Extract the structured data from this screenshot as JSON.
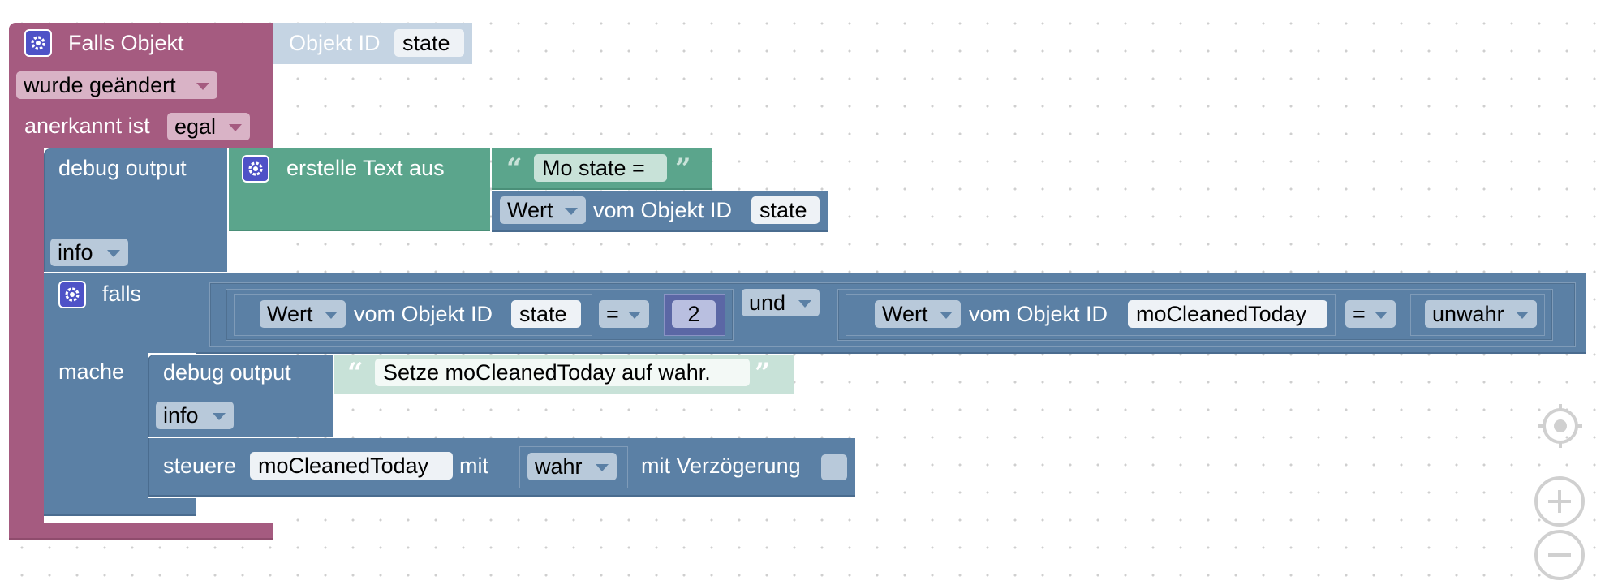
{
  "trigger": {
    "header": "Falls Objekt",
    "object_id_label": "Objekt ID",
    "object_id_value": "state",
    "changed_dropdown": "wurde geändert",
    "ack_label": "anerkannt ist",
    "ack_dropdown": "egal"
  },
  "debug1": {
    "label": "debug output",
    "level": "info",
    "text_join_label": "erstelle Text aus",
    "string_value": "Mo state =",
    "get_value_dropdown": "Wert",
    "get_value_label": "vom Objekt ID",
    "get_value_object": "state"
  },
  "if_block": {
    "label": "falls",
    "do_label": "mache",
    "cond1_dropdown": "Wert",
    "cond1_label": "vom Objekt ID",
    "cond1_object": "state",
    "cond1_operator": "=",
    "cond1_number": "2",
    "logic_operator": "und",
    "cond2_dropdown": "Wert",
    "cond2_label": "vom Objekt ID",
    "cond2_object": "moCleanedToday",
    "cond2_operator": "=",
    "cond2_bool": "unwahr"
  },
  "debug2": {
    "label": "debug output",
    "level": "info",
    "string_value": "Setze moCleanedToday auf wahr."
  },
  "control": {
    "label": "steuere",
    "object": "moCleanedToday",
    "with_label": "mit",
    "bool_value": "wahr",
    "delay_label": "mit Verzögerung"
  },
  "quote_open": "“",
  "quote_close": "”",
  "colors": {
    "trigger": "#a55b80",
    "trigger_dark": "#8f4c6d",
    "objectid": "#c5d4e3",
    "block_blue": "#5b80a5",
    "block_blue_dark": "#4a6c8f",
    "text_green": "#5ba58c",
    "text_green_dark": "#4a8f78",
    "text_light": "#c8e2d8",
    "math": "#5b67a5",
    "white": "#ffffff"
  },
  "workspace_controls": [
    "recenter-icon",
    "zoom-in-icon",
    "zoom-out-icon"
  ]
}
